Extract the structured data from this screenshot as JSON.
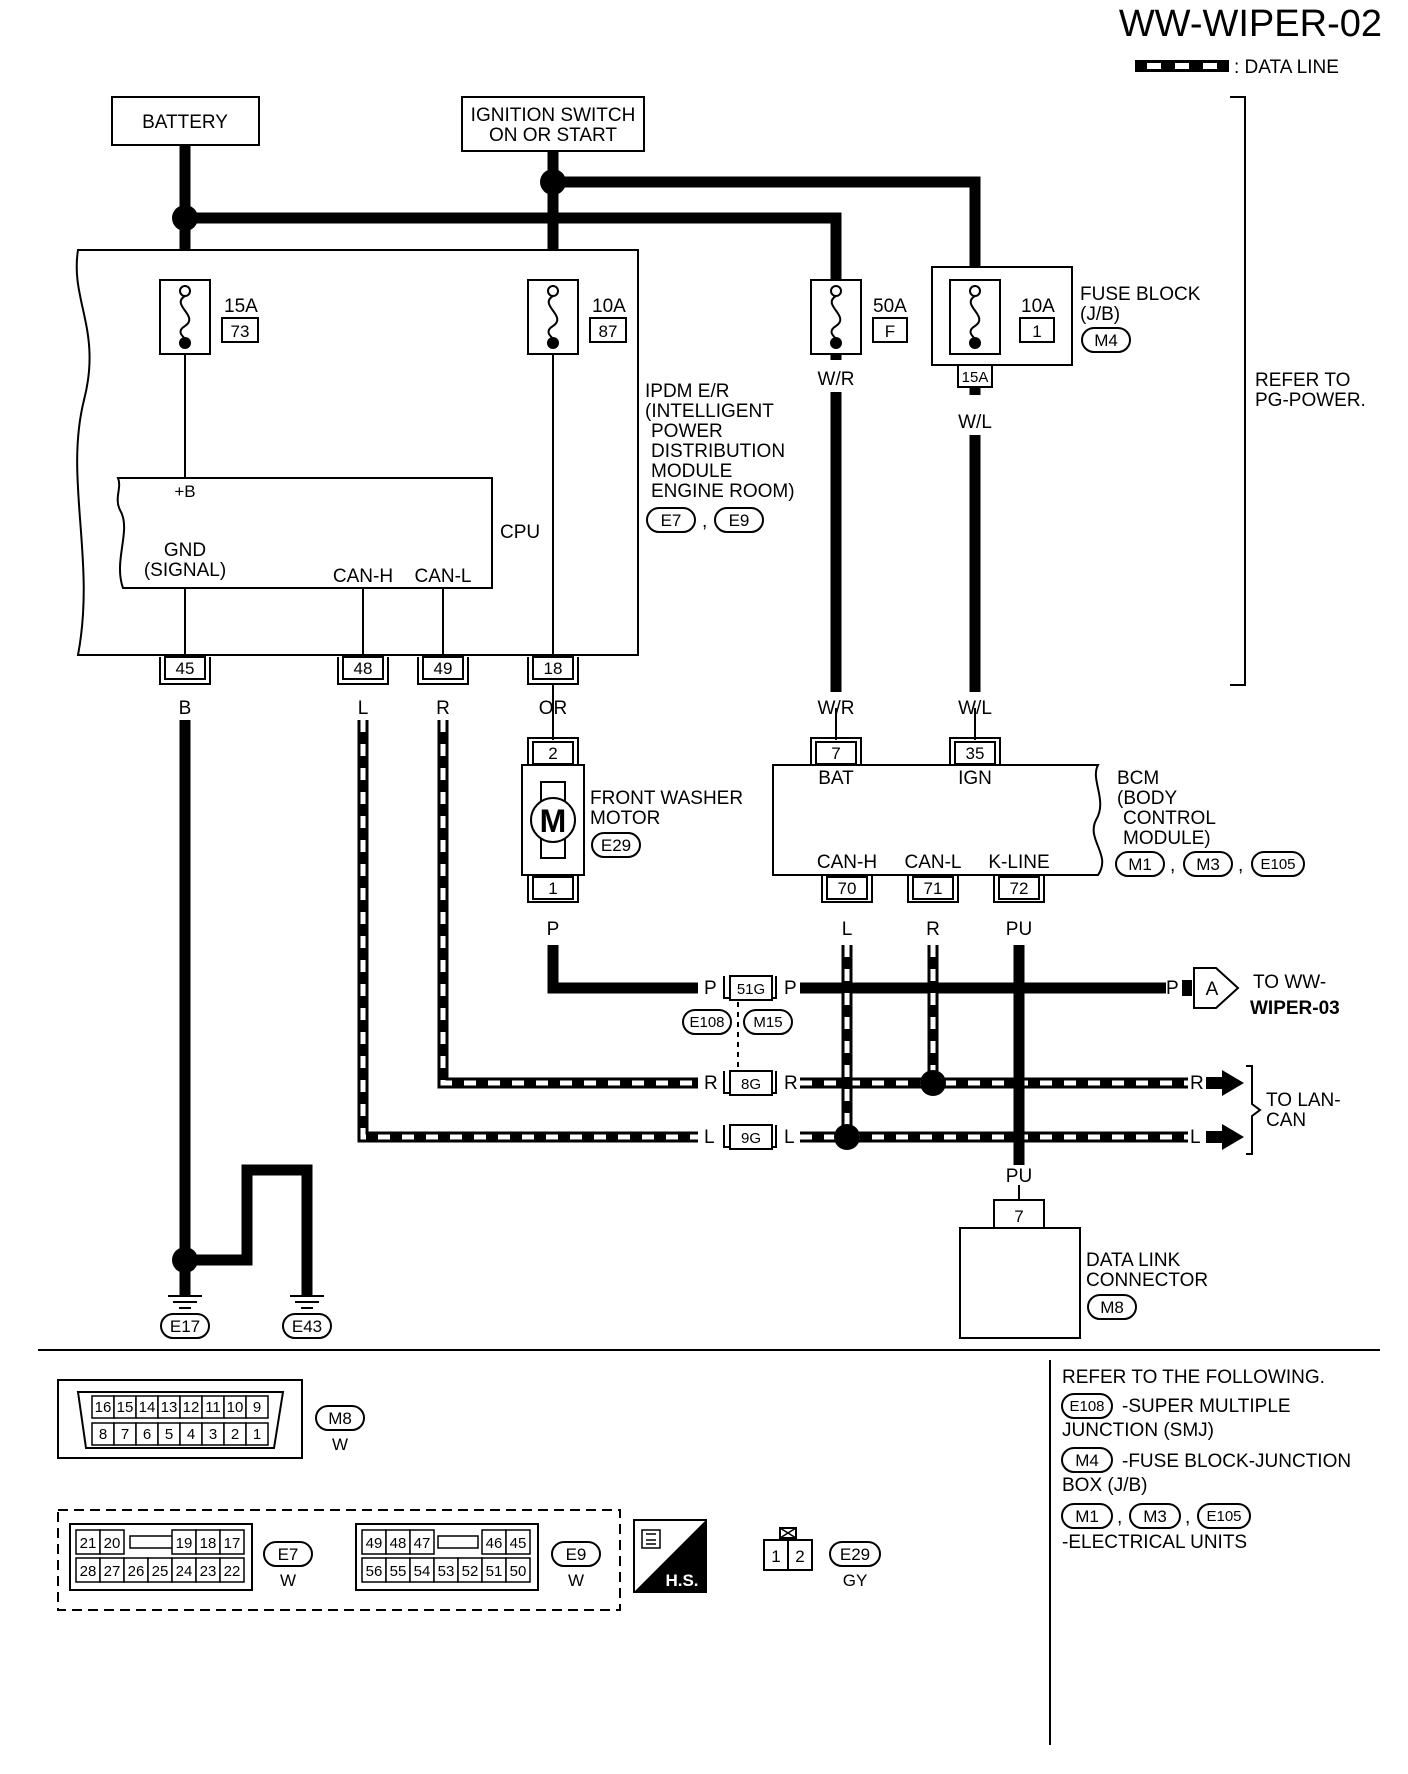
{
  "title": "WW-WIPER-02",
  "legend": {
    "data_line": ": DATA LINE"
  },
  "battery": "BATTERY",
  "ignition": {
    "line1": "IGNITION SWITCH",
    "line2": "ON OR START"
  },
  "fuses": {
    "f73": {
      "amp": "15A",
      "num": "73"
    },
    "f87": {
      "amp": "10A",
      "num": "87"
    },
    "fF": {
      "amp": "50A",
      "num": "F"
    },
    "f1": {
      "amp": "10A",
      "num": "1"
    },
    "jb_15a": "15A"
  },
  "fuse_block": {
    "line1": "FUSE BLOCK",
    "line2": "(J/B)",
    "conn": "M4"
  },
  "refer_pg": {
    "line1": "REFER TO",
    "line2": "PG-POWER."
  },
  "ipdm": {
    "line1": "IPDM E/R",
    "line2": "(INTELLIGENT",
    "line3": "POWER",
    "line4": "DISTRIBUTION",
    "line5": "MODULE",
    "line6": "ENGINE ROOM)",
    "conn1": "E7",
    "conn2": "E9",
    "sep": ",",
    "cpu": "CPU",
    "plus_b": "+B",
    "gnd1": "GND",
    "gnd2": "(SIGNAL)",
    "canh": "CAN-H",
    "canl": "CAN-L",
    "pins": {
      "p45": "45",
      "p48": "48",
      "p49": "49",
      "p18": "18"
    }
  },
  "wires": {
    "b": "B",
    "l": "L",
    "r": "R",
    "or": "OR",
    "wr": "W/R",
    "wl": "W/L",
    "p": "P",
    "pu": "PU"
  },
  "washer": {
    "line1": "FRONT WASHER",
    "line2": "MOTOR",
    "conn": "E29",
    "pin_top": "2",
    "pin_bot": "1",
    "symbol": "M"
  },
  "bcm": {
    "line1": "BCM",
    "line2": "(BODY",
    "line3": "CONTROL",
    "line4": "MODULE)",
    "bat": "BAT",
    "ign": "IGN",
    "canh": "CAN-H",
    "canl": "CAN-L",
    "kline": "K-LINE",
    "conn1": "M1",
    "conn2": "M3",
    "conn3": "E105",
    "sep": ",",
    "pins": {
      "p7": "7",
      "p35": "35",
      "p70": "70",
      "p71": "71",
      "p72": "72"
    }
  },
  "junctions": {
    "j51": "51G",
    "j8": "8G",
    "j9": "9G",
    "e108": "E108",
    "m15": "M15"
  },
  "to_wiper": {
    "marker": "A",
    "line1": "TO WW-",
    "line2": "WIPER-03"
  },
  "to_lan": {
    "line1": "TO LAN-",
    "line2": "CAN"
  },
  "dlc": {
    "line1": "DATA LINK",
    "line2": "CONNECTOR",
    "conn": "M8",
    "pin": "7"
  },
  "grounds": {
    "g1": "E17",
    "g2": "E43"
  },
  "connectors": {
    "m8": {
      "id": "M8",
      "color": "W",
      "row1": [
        "16",
        "15",
        "14",
        "13",
        "12",
        "11",
        "10",
        "9"
      ],
      "row2": [
        "8",
        "7",
        "6",
        "5",
        "4",
        "3",
        "2",
        "1"
      ]
    },
    "e7": {
      "id": "E7",
      "color": "W",
      "row1a": [
        "21",
        "20"
      ],
      "row1b": [
        "19",
        "18",
        "17"
      ],
      "row2": [
        "28",
        "27",
        "26",
        "25",
        "24",
        "23",
        "22"
      ]
    },
    "e9": {
      "id": "E9",
      "color": "W",
      "row1a": [
        "49",
        "48",
        "47"
      ],
      "row1b": [
        "46",
        "45"
      ],
      "row2": [
        "56",
        "55",
        "54",
        "53",
        "52",
        "51",
        "50"
      ]
    },
    "e29": {
      "id": "E29",
      "color": "GY",
      "pins": [
        "1",
        "2"
      ]
    },
    "hs": "H.S."
  },
  "refer_following": {
    "title": "REFER TO THE FOLLOWING.",
    "e108": "E108",
    "e108_desc1": "-SUPER MULTIPLE",
    "e108_desc2": "JUNCTION (SMJ)",
    "m4": "M4",
    "m4_desc1": "-FUSE BLOCK-JUNCTION",
    "m4_desc2": "BOX (J/B)",
    "m1": "M1",
    "m3": "M3",
    "e105": "E105",
    "sep": ",",
    "units": "-ELECTRICAL UNITS"
  }
}
